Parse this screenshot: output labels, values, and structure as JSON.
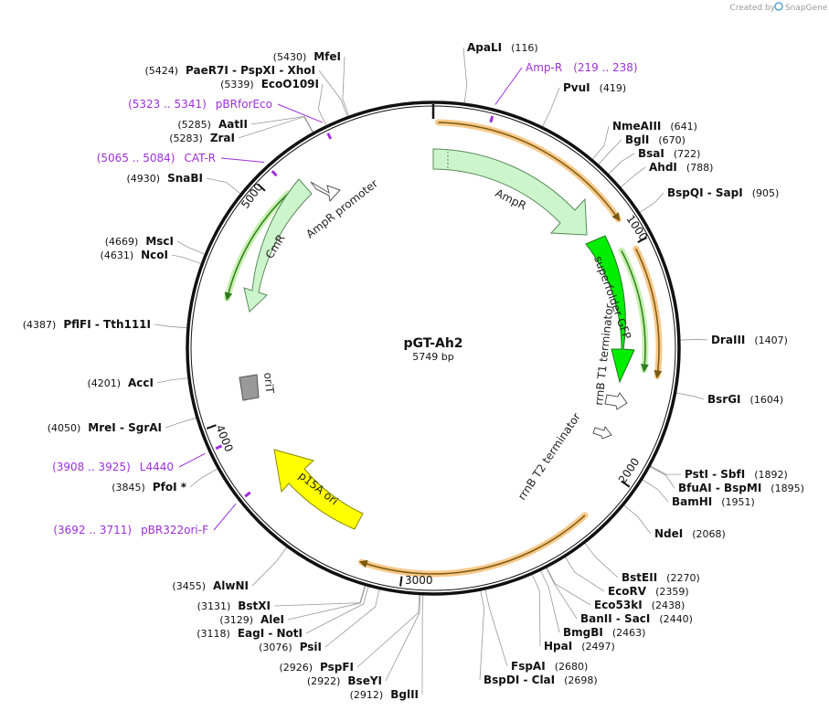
{
  "header": {
    "created_by": "Created by",
    "brand": "SnapGene"
  },
  "plasmid": {
    "name": "pGT-Ah2",
    "size_label": "5749 bp",
    "length": 5749
  },
  "ticks": [
    "1000",
    "2000",
    "3000",
    "4000",
    "5000"
  ],
  "features": [
    {
      "id": "ampr",
      "label": "AmpR"
    },
    {
      "id": "ampr-promoter",
      "label": "AmpR promoter"
    },
    {
      "id": "cmr",
      "label": "CmR"
    },
    {
      "id": "sfgfp",
      "label": "superfolder GFP"
    },
    {
      "id": "rrnb-t1",
      "label": "rrnB T1 terminator"
    },
    {
      "id": "rrnb-t2",
      "label": "rrnB T2 terminator"
    },
    {
      "id": "orit",
      "label": "oriT"
    },
    {
      "id": "p15a",
      "label": "p15A ori"
    }
  ],
  "enzymes": [
    {
      "name": "ApaLI",
      "pos": "(116)"
    },
    {
      "name": "PvuI",
      "pos": "(419)"
    },
    {
      "name": "NmeAIII",
      "pos": "(641)"
    },
    {
      "name": "BglI",
      "pos": "(670)"
    },
    {
      "name": "BsaI",
      "pos": "(722)"
    },
    {
      "name": "AhdI",
      "pos": "(788)"
    },
    {
      "name": "BspQI  -  SapI",
      "pos": "(905)"
    },
    {
      "name": "DraIII",
      "pos": "(1407)"
    },
    {
      "name": "BsrGI",
      "pos": "(1604)"
    },
    {
      "name": "PstI  -  SbfI",
      "pos": "(1892)"
    },
    {
      "name": "BfuAI  -  BspMI",
      "pos": "(1895)"
    },
    {
      "name": "BamHI",
      "pos": "(1951)"
    },
    {
      "name": "NdeI",
      "pos": "(2068)"
    },
    {
      "name": "BstEII",
      "pos": "(2270)"
    },
    {
      "name": "EcoRV",
      "pos": "(2359)"
    },
    {
      "name": "Eco53kI",
      "pos": "(2438)"
    },
    {
      "name": "BanII  -  SacI",
      "pos": "(2440)"
    },
    {
      "name": "BmgBI",
      "pos": "(2463)"
    },
    {
      "name": "HpaI",
      "pos": "(2497)"
    },
    {
      "name": "FspAI",
      "pos": "(2680)"
    },
    {
      "name": "BspDI  -  ClaI",
      "pos": "(2698)"
    },
    {
      "name": "BglII",
      "pos": "(2912)"
    },
    {
      "name": "BseYI",
      "pos": "(2922)"
    },
    {
      "name": "PspFI",
      "pos": "(2926)"
    },
    {
      "name": "PsiI",
      "pos": "(3076)"
    },
    {
      "name": "EagI  -  NotI",
      "pos": "(3118)"
    },
    {
      "name": "AleI",
      "pos": "(3129)"
    },
    {
      "name": "BstXI",
      "pos": "(3131)"
    },
    {
      "name": "AlwNI",
      "pos": "(3455)"
    },
    {
      "name": "PfoI *",
      "pos": "(3845)"
    },
    {
      "name": "MreI  -  SgrAI",
      "pos": "(4050)"
    },
    {
      "name": "AccI",
      "pos": "(4201)"
    },
    {
      "name": "PflFI  -  Tth111I",
      "pos": "(4387)"
    },
    {
      "name": "NcoI",
      "pos": "(4631)"
    },
    {
      "name": "MscI",
      "pos": "(4669)"
    },
    {
      "name": "SnaBI",
      "pos": "(4930)"
    },
    {
      "name": "ZraI",
      "pos": "(5283)"
    },
    {
      "name": "AatII",
      "pos": "(5285)"
    },
    {
      "name": "EcoO109I",
      "pos": "(5339)"
    },
    {
      "name": "PaeR7I  -  PspXI  -  XhoI",
      "pos": "(5424)"
    },
    {
      "name": "MfeI",
      "pos": "(5430)"
    }
  ],
  "primers": [
    {
      "name": "Amp-R",
      "range": "(219 .. 238)"
    },
    {
      "name": "pBRforEco",
      "range": "(5323 .. 5341)"
    },
    {
      "name": "CAT-R",
      "range": "(5065 .. 5084)"
    },
    {
      "name": "L4440",
      "range": "(3908 .. 3925)"
    },
    {
      "name": "pBR322ori-F",
      "range": "(3692 .. 3711)"
    }
  ],
  "colors": {
    "backbone": "#111111",
    "primer": "#9b30d9",
    "feature_light": "#ccf5cc",
    "feature_bright": "#00ee00",
    "origin": "#ffff00",
    "orit": "#999999",
    "orf_band": "#f7c98a",
    "orf_line": "#7a5a10"
  }
}
